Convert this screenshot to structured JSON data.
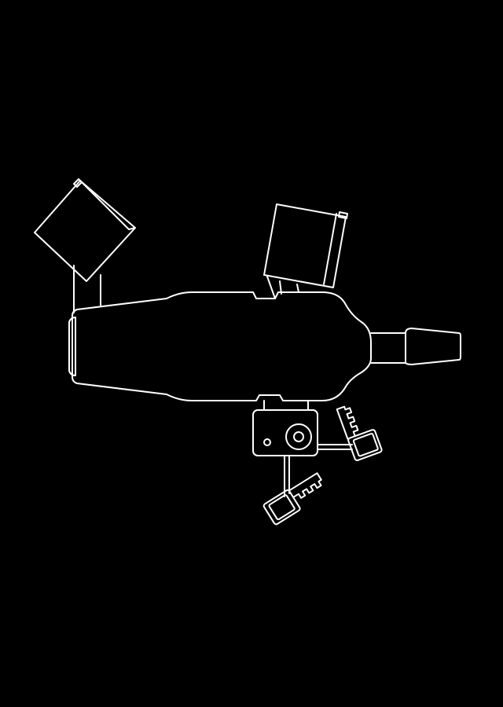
{
  "diagram": {
    "background": "#000000",
    "stroke_color": "#ffffff",
    "parts": [
      {
        "id": "bottle-body",
        "kind": "bottle"
      },
      {
        "id": "bottle-nozzle",
        "kind": "nozzle"
      },
      {
        "id": "left-canister",
        "kind": "tilted-box"
      },
      {
        "id": "top-canister",
        "kind": "tilted-box"
      },
      {
        "id": "pump-unit",
        "kind": "pump"
      },
      {
        "id": "right-clamp",
        "kind": "clamp"
      },
      {
        "id": "bottom-clamp",
        "kind": "clamp"
      }
    ]
  }
}
